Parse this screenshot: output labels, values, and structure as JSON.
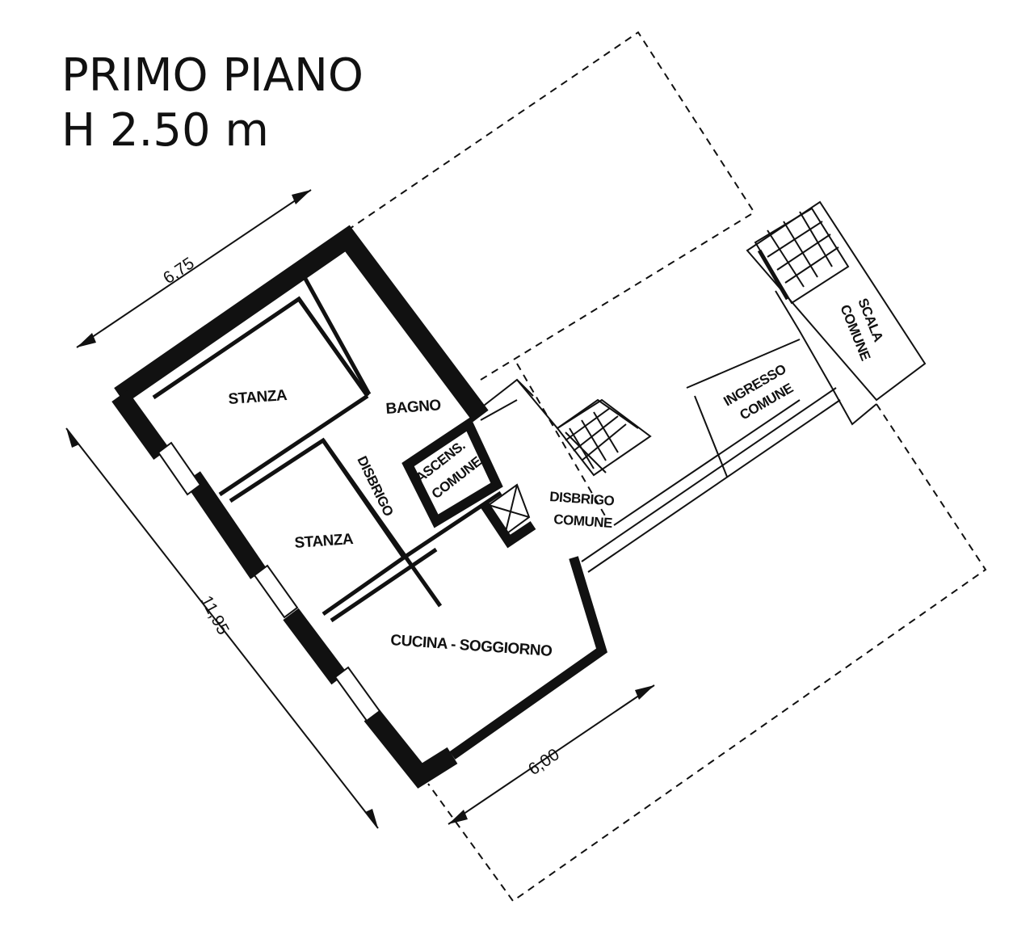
{
  "title": {
    "line1": "PRIMO PIANO",
    "line2": "H 2.50 m"
  },
  "rooms": {
    "stanza_1": "STANZA",
    "stanza_2": "STANZA",
    "bagno": "BAGNO",
    "disbrigo": "DISBRIGO",
    "ascensore_1": "ASCENS.",
    "ascensore_2": "COMUNE",
    "cucina_soggiorno": "CUCINA - SOGGIORNO",
    "disbrigo_comune_1": "DISBRIGO",
    "disbrigo_comune_2": "COMUNE",
    "ingresso_comune_1": "INGRESSO",
    "ingresso_comune_2": "COMUNE",
    "scala_comune_1": "SCALA",
    "scala_comune_2": "COMUNE"
  },
  "dimensions": {
    "width_top": "6,75",
    "length_left": "11,95",
    "width_bottom": "6,00"
  }
}
